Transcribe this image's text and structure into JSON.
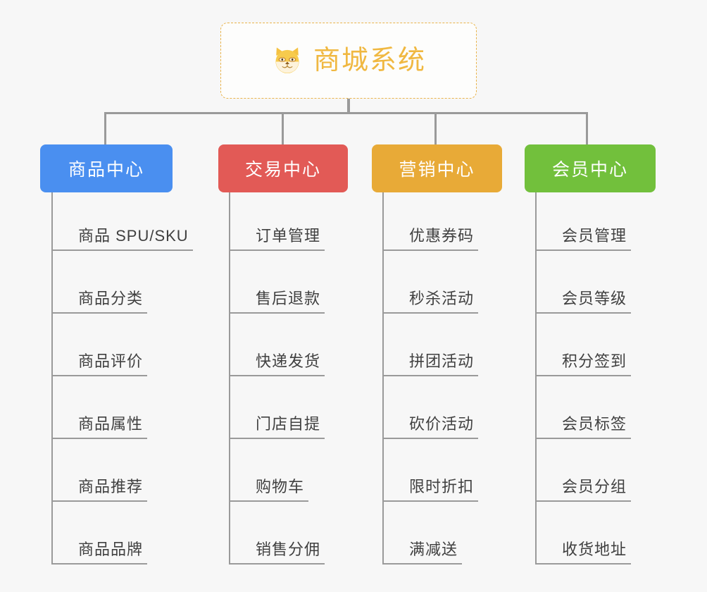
{
  "diagram": {
    "type": "mindmap-org-chart",
    "background_color": "#f7f7f7",
    "connector_color": "#9a9a9a",
    "root": {
      "title": "商城系统",
      "icon": "shiba-dog-face-icon",
      "text_color": "#f0b841",
      "border_color": "#e9b44c",
      "border_style": "dashed",
      "background_color": "#fdfdfc"
    },
    "categories": [
      {
        "label": "商品中心",
        "color": "#4a8ff0",
        "text_color": "#ffffff",
        "items": [
          "商品 SPU/SKU",
          "商品分类",
          "商品评价",
          "商品属性",
          "商品推荐",
          "商品品牌"
        ]
      },
      {
        "label": "交易中心",
        "color": "#e25a56",
        "text_color": "#ffffff",
        "items": [
          "订单管理",
          "售后退款",
          "快递发货",
          "门店自提",
          "购物车",
          "销售分佣"
        ]
      },
      {
        "label": "营销中心",
        "color": "#e8aa37",
        "text_color": "#ffffff",
        "items": [
          "优惠券码",
          "秒杀活动",
          "拼团活动",
          "砍价活动",
          "限时折扣",
          "满减送"
        ]
      },
      {
        "label": "会员中心",
        "color": "#72c03c",
        "text_color": "#ffffff",
        "items": [
          "会员管理",
          "会员等级",
          "积分签到",
          "会员标签",
          "会员分组",
          "收货地址"
        ]
      }
    ]
  }
}
